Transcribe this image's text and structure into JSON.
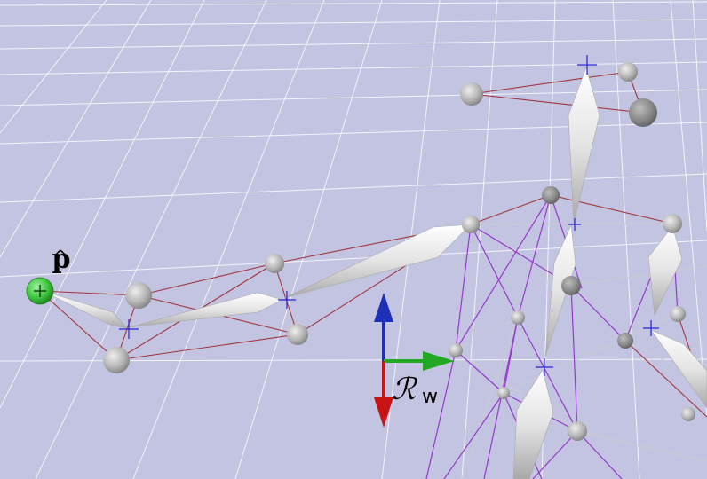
{
  "scene": {
    "background": "#c3c4e1",
    "grid_color": "#ffffff",
    "marker_link_color": "#a0343a",
    "skeleton_link_color": "#9b3fc8",
    "gray_link_color": "#c9cad3",
    "bone_color": "#ececec",
    "joint_color": "#b9b9b9",
    "axis_colors": {
      "x": "#22a822",
      "y": "#1e2fb8",
      "z": "#c81414"
    },
    "selected_marker_color": "#3ec43e",
    "cross_color": "#2020d0"
  },
  "labels": {
    "point_symbol": "p",
    "point_hat": "^",
    "frame_symbol": "ℛ",
    "frame_subscript": "w"
  }
}
